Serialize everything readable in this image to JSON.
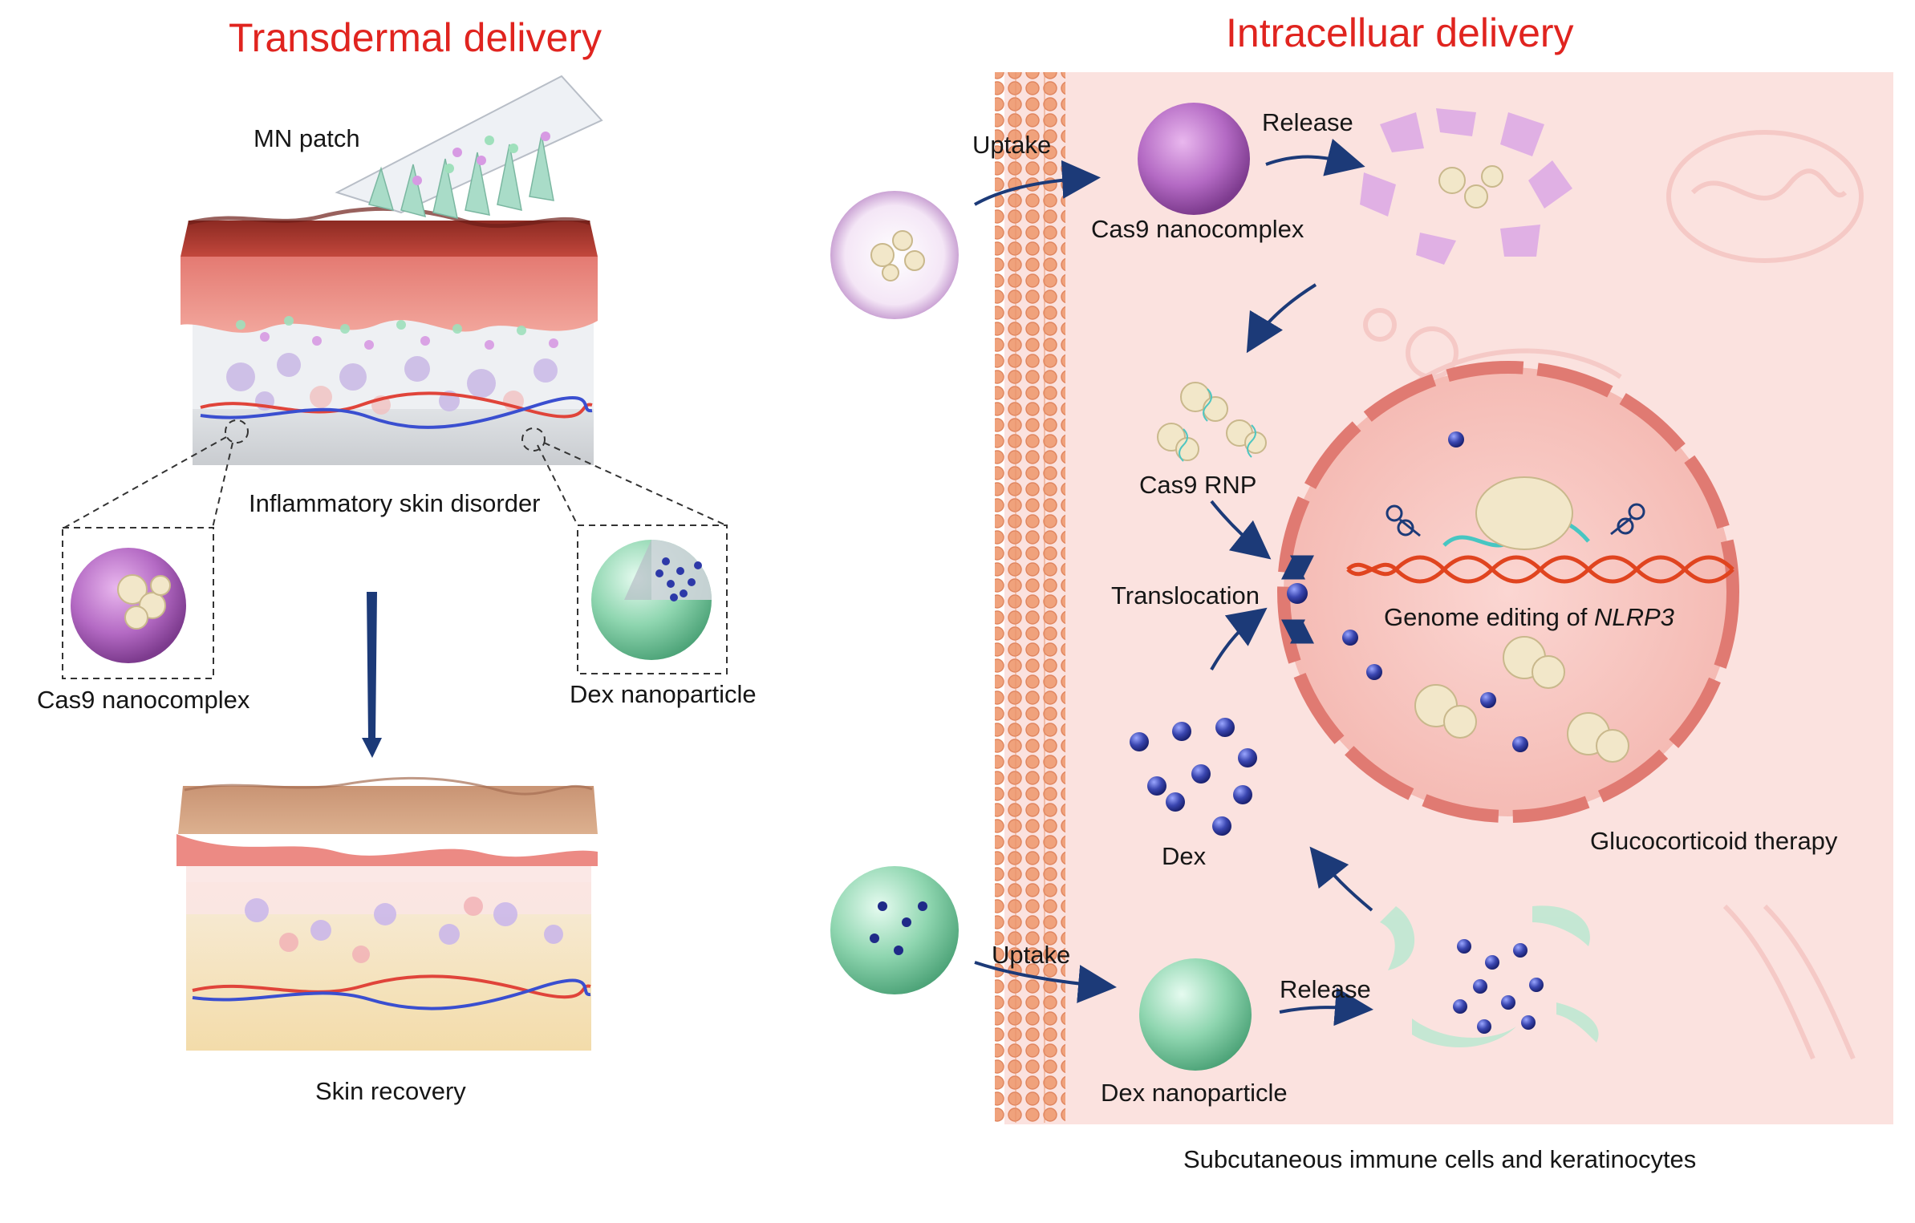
{
  "left": {
    "title": "Transdermal delivery",
    "mn_patch": "MN patch",
    "disorder": "Inflammatory skin disorder",
    "cas9_nanocomplex": "Cas9 nanocomplex",
    "dex_nanoparticle": "Dex nanoparticle",
    "recovery": "Skin recovery"
  },
  "right": {
    "title": "Intracelluar delivery",
    "uptake_top": "Uptake",
    "release_top": "Release",
    "cas9_nanocomplex": "Cas9 nanocomplex",
    "cas9_rnp": "Cas9 RNP",
    "translocation": "Translocation",
    "genome_editing_prefix": "Genome editing of ",
    "genome_editing_gene": "NLRP3",
    "dex": "Dex",
    "glucocorticoid": "Glucocorticoid therapy",
    "uptake_bottom": "Uptake",
    "release_bottom": "Release",
    "dex_nanoparticle": "Dex nanoparticle",
    "caption": "Subcutaneous immune cells and keratinocytes"
  },
  "colors": {
    "title_red": "#e0241f",
    "arrow_navy": "#1c3a78",
    "cell_pink": "#fbe2df",
    "membrane_orange": "#f0a27c",
    "nucleus_red": "#e07a72",
    "cas9_purple": "#b46ac4",
    "dex_green": "#8fd6b0",
    "dex_bead_blue": "#3a46b0"
  }
}
